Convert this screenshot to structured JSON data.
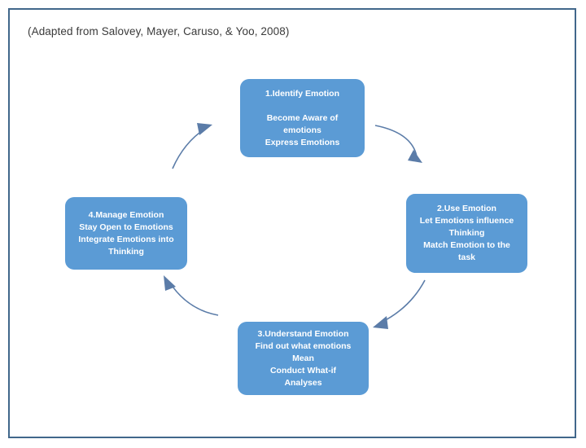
{
  "caption": {
    "text": "(Adapted from Salovey, Mayer, Caruso, & Yoo, 2008)"
  },
  "colors": {
    "node_fill": "#5B9BD5",
    "node_text": "#FFFFFF",
    "frame_border": "#41678B",
    "arrow": "#5B7CA8",
    "background": "#FFFFFF",
    "caption_text": "#3A3A3A"
  },
  "diagram": {
    "type": "cycle",
    "direction": "clockwise",
    "nodes": [
      {
        "id": "identify",
        "position": "top",
        "title": "1.Identify Emotion",
        "lines": [
          "1.Identify Emotion",
          "",
          "Become Aware of",
          "emotions",
          "Express Emotions"
        ]
      },
      {
        "id": "use",
        "position": "right",
        "title": "2.Use Emotion",
        "lines": [
          "2.Use Emotion",
          "Let Emotions influence",
          "Thinking",
          "Match Emotion to the",
          "task"
        ]
      },
      {
        "id": "understand",
        "position": "bottom",
        "title": "3.Understand Emotion",
        "lines": [
          "3.Understand Emotion",
          "Find out what emotions",
          "Mean",
          "Conduct What-if",
          "Analyses"
        ]
      },
      {
        "id": "manage",
        "position": "left",
        "title": "4.Manage Emotion",
        "lines": [
          "4.Manage Emotion",
          "Stay Open to Emotions",
          "Integrate Emotions into",
          "Thinking"
        ]
      }
    ],
    "arrows": [
      {
        "id": "identify-to-use",
        "from": "identify",
        "to": "use"
      },
      {
        "id": "use-to-understand",
        "from": "use",
        "to": "understand"
      },
      {
        "id": "understand-to-manage",
        "from": "understand",
        "to": "manage"
      },
      {
        "id": "manage-to-identify",
        "from": "manage",
        "to": "identify"
      }
    ]
  }
}
